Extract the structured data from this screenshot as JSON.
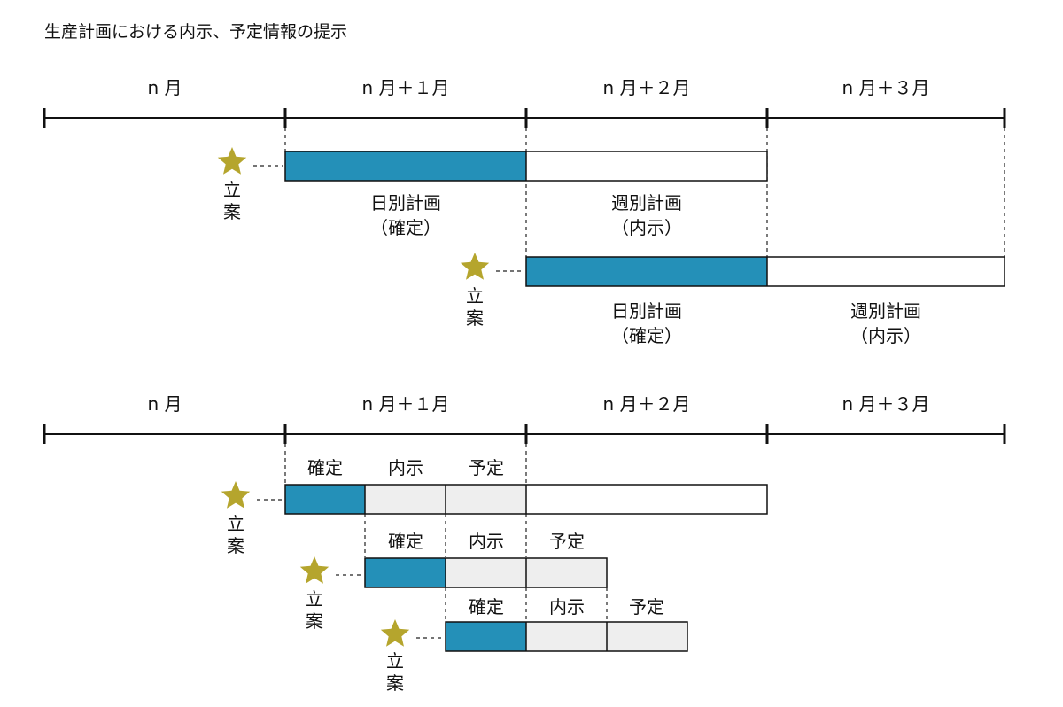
{
  "title": "生産計画における内示、予定情報の提示",
  "months": [
    "n 月",
    "n 月＋１月",
    "n 月＋２月",
    "n 月＋３月"
  ],
  "colors": {
    "confirmed_fill": "#2490b8",
    "gray_fill": "#eeeeee",
    "empty_fill": "#ffffff",
    "star": "#b5a52d"
  },
  "icons": {
    "star": "star-icon"
  },
  "upper": {
    "plan_start_label": [
      "立",
      "案"
    ],
    "rows": [
      {
        "segments": [
          {
            "kind": "confirmed",
            "label": [
              "日別計画",
              "（確定）"
            ]
          },
          {
            "kind": "empty",
            "label": [
              "週別計画",
              "（内示）"
            ]
          }
        ]
      },
      {
        "segments": [
          {
            "kind": "confirmed",
            "label": [
              "日別計画",
              "（確定）"
            ]
          },
          {
            "kind": "empty",
            "label": [
              "週別計画",
              "（内示）"
            ]
          }
        ]
      }
    ]
  },
  "lower": {
    "plan_start_label": [
      "立",
      "案"
    ],
    "rows": [
      {
        "segments": [
          {
            "kind": "confirmed",
            "label": "確定"
          },
          {
            "kind": "gray",
            "label": "内示"
          },
          {
            "kind": "gray",
            "label": "予定"
          },
          {
            "kind": "empty",
            "label": ""
          }
        ]
      },
      {
        "segments": [
          {
            "kind": "confirmed",
            "label": "確定"
          },
          {
            "kind": "gray",
            "label": "内示"
          },
          {
            "kind": "gray",
            "label": "予定"
          }
        ]
      },
      {
        "segments": [
          {
            "kind": "confirmed",
            "label": "確定"
          },
          {
            "kind": "gray",
            "label": "内示"
          },
          {
            "kind": "gray",
            "label": "予定"
          }
        ]
      }
    ]
  }
}
